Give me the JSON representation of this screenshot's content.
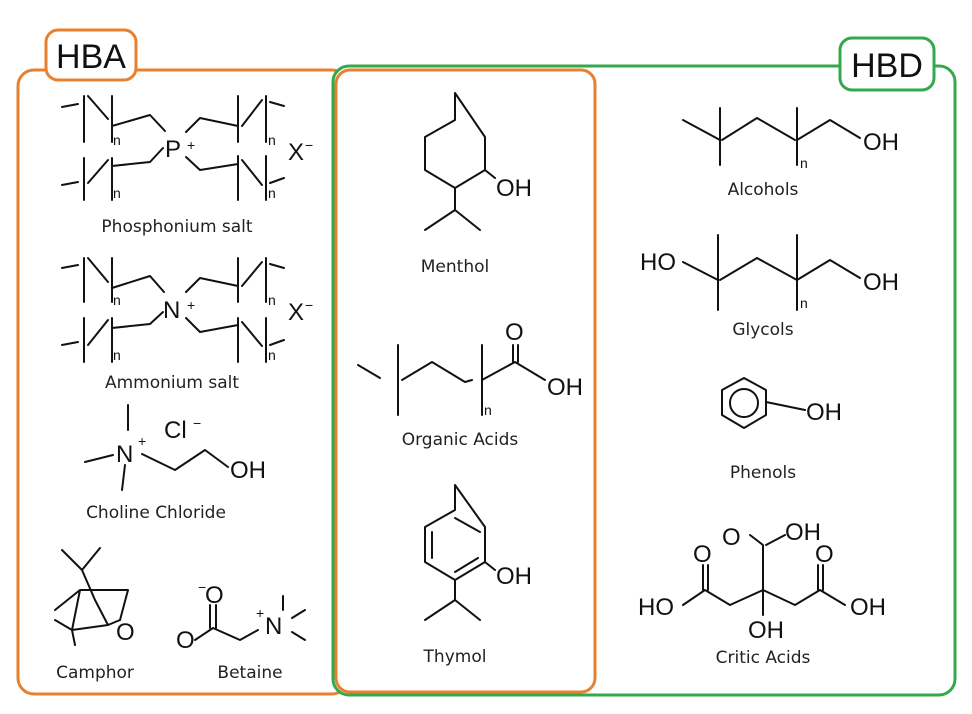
{
  "colors": {
    "hba": "#E8812F",
    "hbd": "#34A84C"
  },
  "groups": {
    "hba": "HBA",
    "hbd": "HBD"
  },
  "labels": {
    "phosphonium": "Phosphonium salt",
    "ammonium": "Ammonium salt",
    "choline": "Choline Chloride",
    "camphor": "Camphor",
    "betaine": "Betaine",
    "menthol": "Menthol",
    "organic_acids": "Organic Acids",
    "thymol": "Thymol",
    "alcohols": "Alcohols",
    "glycols": "Glycols",
    "phenols": "Phenols",
    "critic_acids": "Critic Acids"
  },
  "atoms": {
    "P": "P",
    "N": "N",
    "plus": "+",
    "minus": "−",
    "X": "X",
    "Cl": "Cl",
    "OH": "OH",
    "HO": "HO",
    "O": "O",
    "n": "n"
  }
}
